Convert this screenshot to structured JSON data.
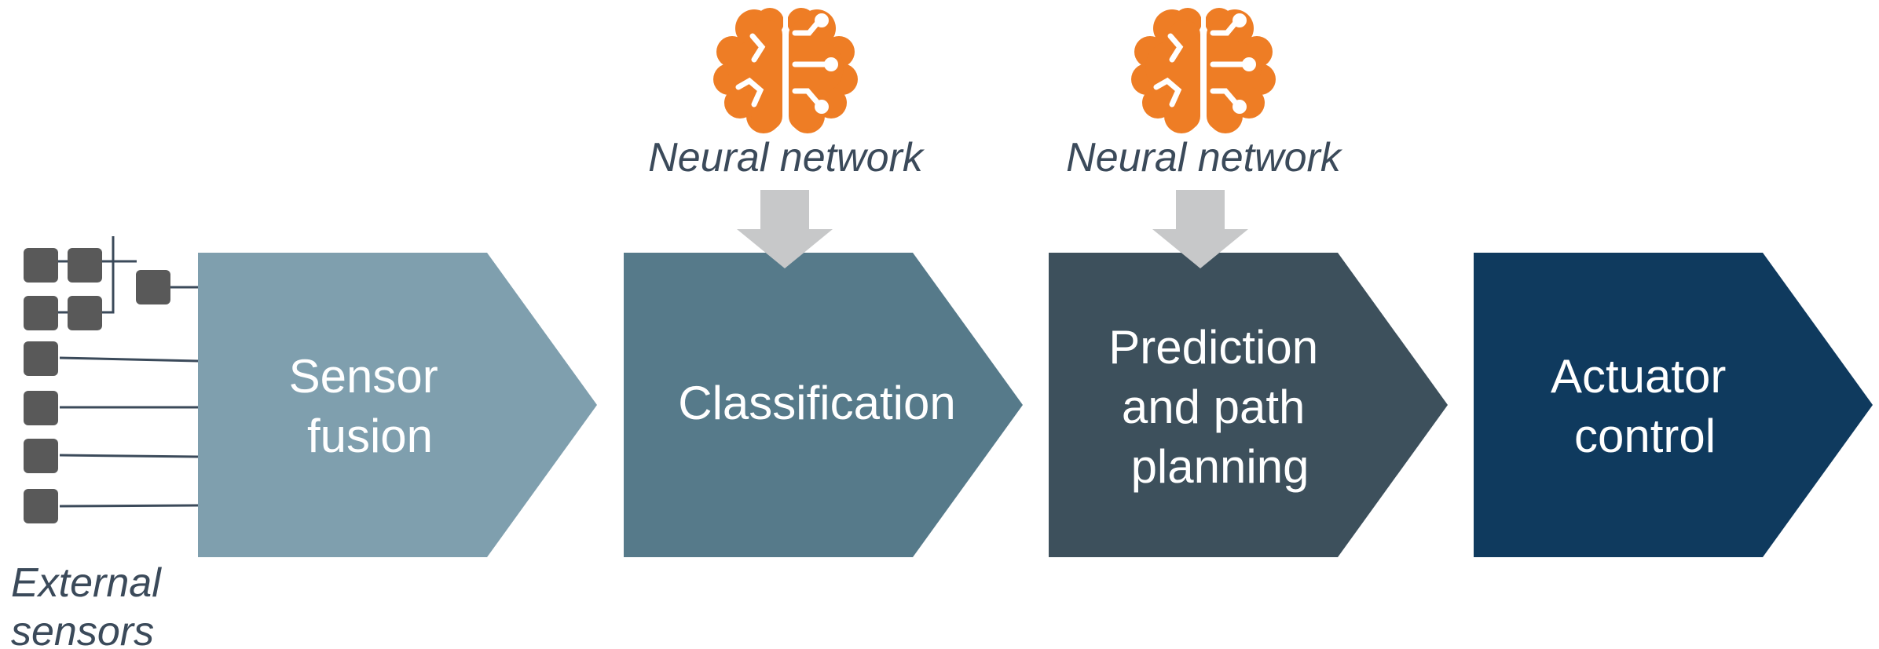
{
  "stages": [
    {
      "lines": [
        "Sensor",
        "fusion"
      ],
      "color": "#7f9fae"
    },
    {
      "lines": [
        "Classification"
      ],
      "color": "#567a8a"
    },
    {
      "lines": [
        "Prediction",
        "and path",
        "planning"
      ],
      "color": "#3d505c"
    },
    {
      "lines": [
        "Actuator",
        "control"
      ],
      "color": "#0f3a5e"
    }
  ],
  "neural_networks": [
    {
      "label": "Neural network",
      "icon": "brain-circuit-icon",
      "color": "#ee7d25"
    },
    {
      "label": "Neural network",
      "icon": "brain-circuit-icon",
      "color": "#ee7d25"
    }
  ],
  "sensors": {
    "label_lines": [
      "External",
      "sensors"
    ],
    "icon": "sensor-square-icon",
    "color": "#595959",
    "line_color": "#3b4a5a"
  },
  "arrow_color": "#c7c8c9"
}
